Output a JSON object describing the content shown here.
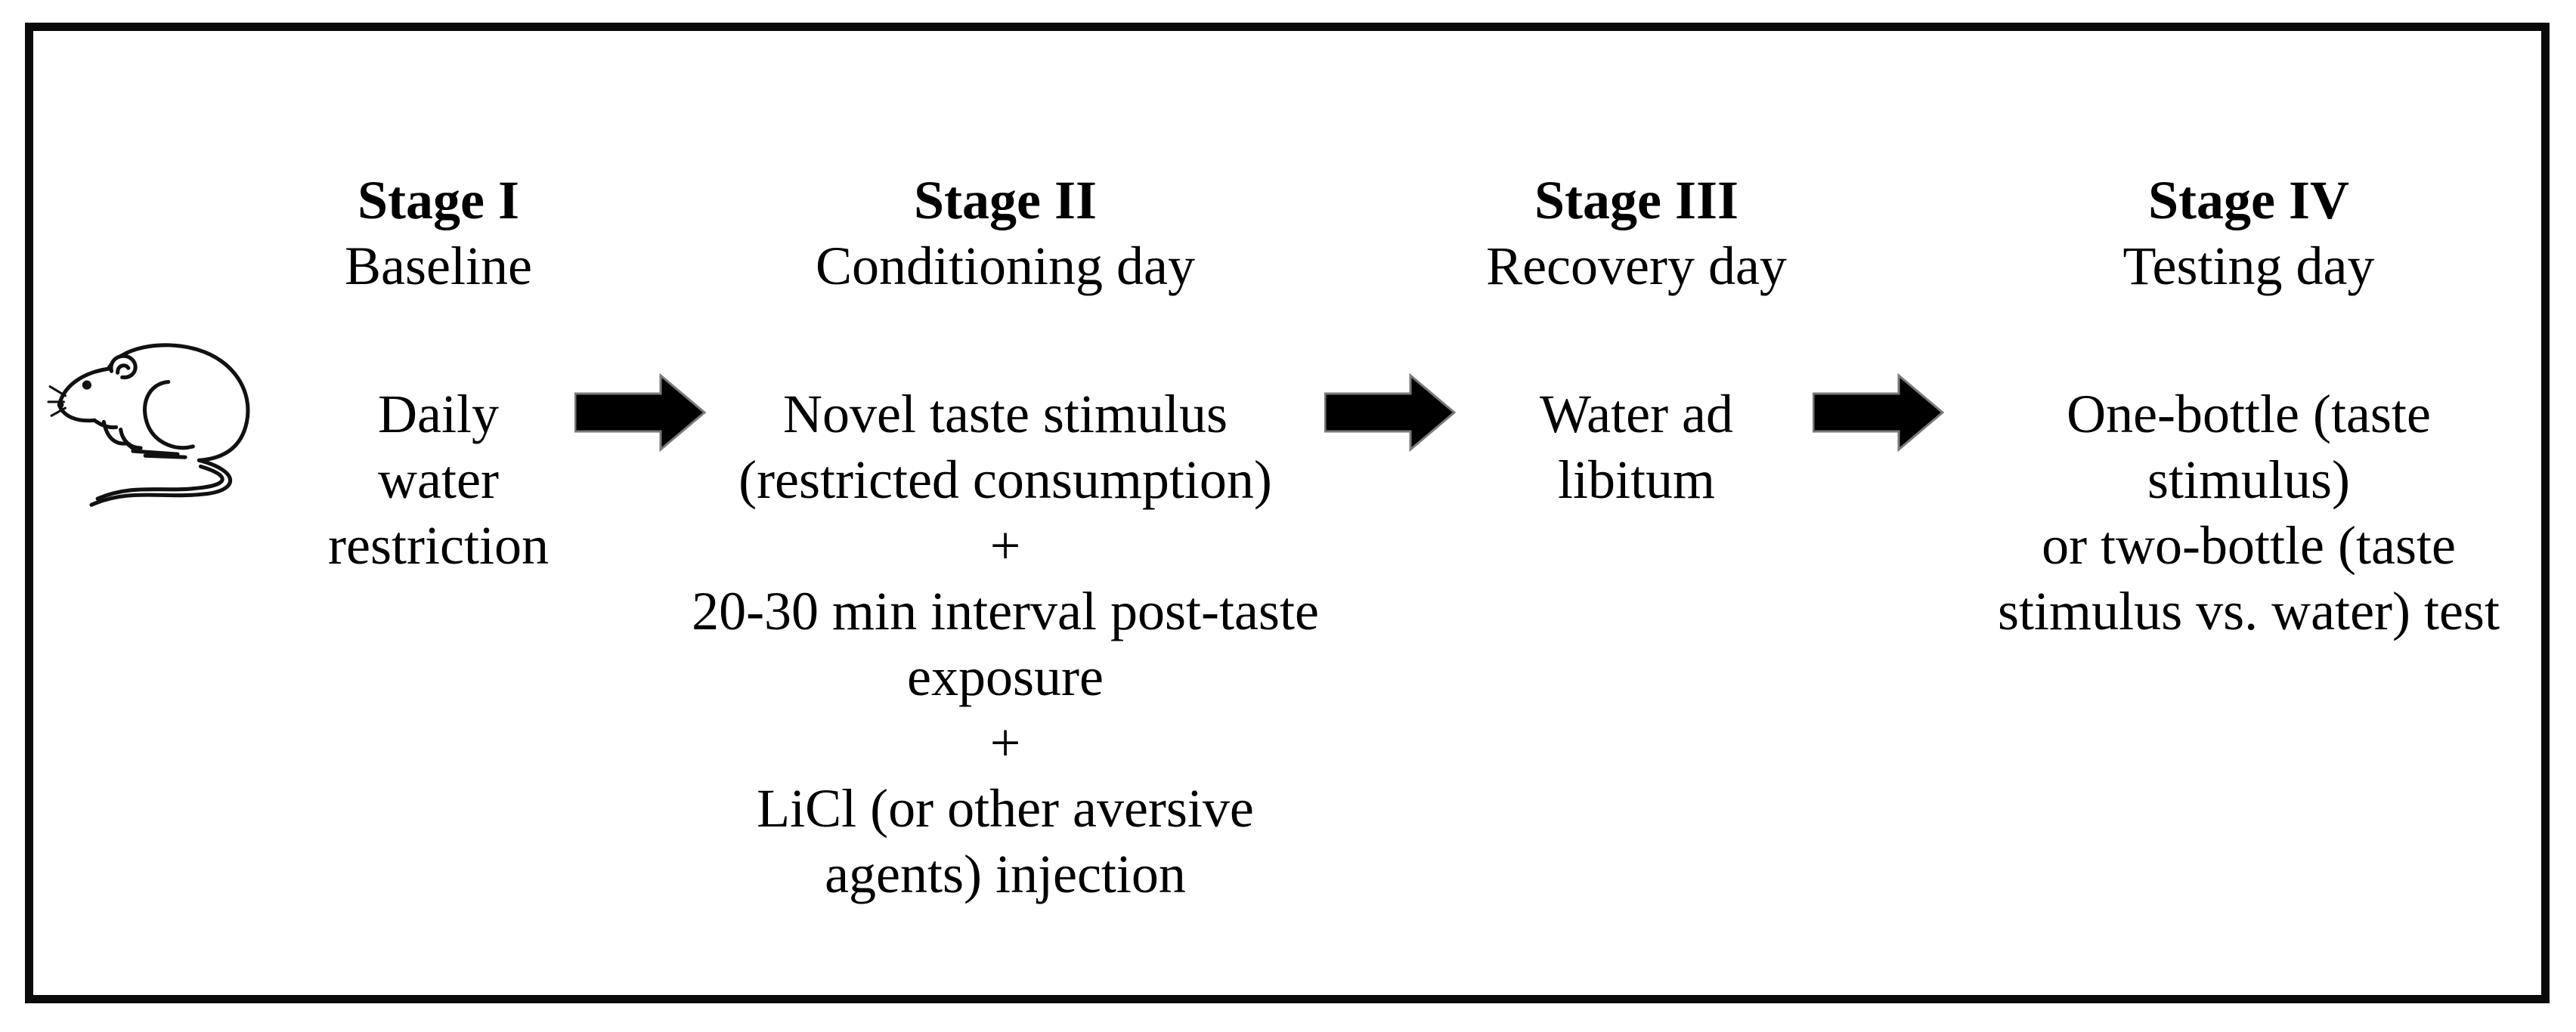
{
  "figure": {
    "description": "Four-stage conditioned taste aversion protocol flow diagram",
    "colors": {
      "background": "#ffffff",
      "border": "#0a0a0a",
      "text": "#000000",
      "arrow_fill": "#000000",
      "arrow_edge": "#7a7a7a"
    },
    "rat_icon": "rat-line-drawing",
    "stages": [
      {
        "title": "Stage I",
        "subtitle": "Baseline",
        "body_lines": [
          "Daily",
          "water",
          "restriction"
        ]
      },
      {
        "title": "Stage II",
        "subtitle": "Conditioning day",
        "body_lines": [
          "Novel taste stimulus",
          "(restricted consumption)",
          "+",
          "20-30 min interval post-taste",
          "exposure",
          "+",
          "LiCl (or other aversive",
          "agents) injection"
        ]
      },
      {
        "title": "Stage III",
        "subtitle": "Recovery day",
        "body_lines": [
          "Water ad",
          "libitum"
        ]
      },
      {
        "title": "Stage IV",
        "subtitle": "Testing day",
        "body_lines": [
          "One-bottle (taste",
          "stimulus)",
          "or two-bottle (taste",
          "stimulus vs. water) test"
        ]
      }
    ],
    "arrows": [
      {
        "name": "arrow-stage1-to-stage2"
      },
      {
        "name": "arrow-stage2-to-stage3"
      },
      {
        "name": "arrow-stage3-to-stage4"
      }
    ]
  }
}
